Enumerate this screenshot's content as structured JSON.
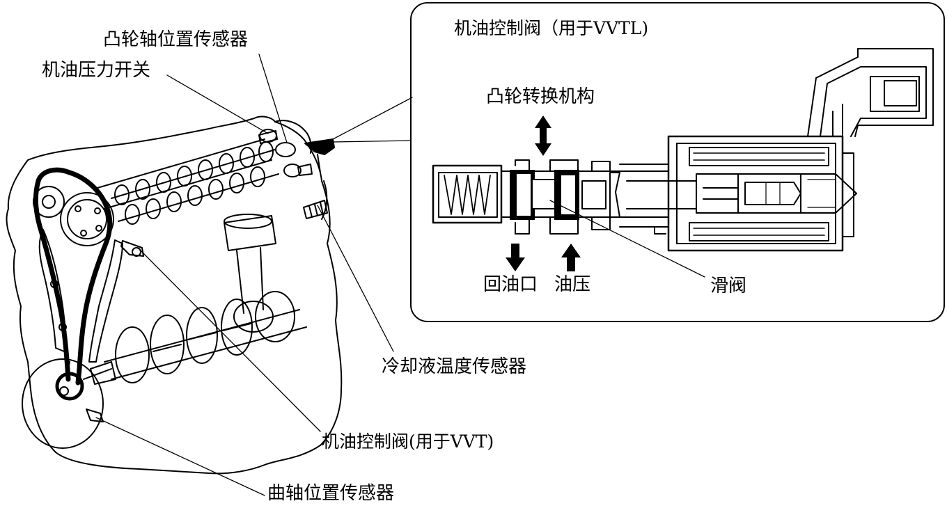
{
  "labels": {
    "camshaft_sensor": "凸轮轴位置传感器",
    "oil_pressure_switch": "机油压力开关",
    "ocv_vvtl": "机油控制阀（用于VVTL)",
    "cam_switch_mechanism": "凸轮转换机构",
    "oil_return": "回油口",
    "oil_pressure": "油压",
    "spool_valve": "滑阀",
    "coolant_temp_sensor": "冷却液温度传感器",
    "ocv_vvt": "机油控制阀(用于VVT)",
    "crankshaft_sensor": "曲轴位置传感器"
  },
  "colors": {
    "line": "#000000",
    "background": "#ffffff"
  }
}
